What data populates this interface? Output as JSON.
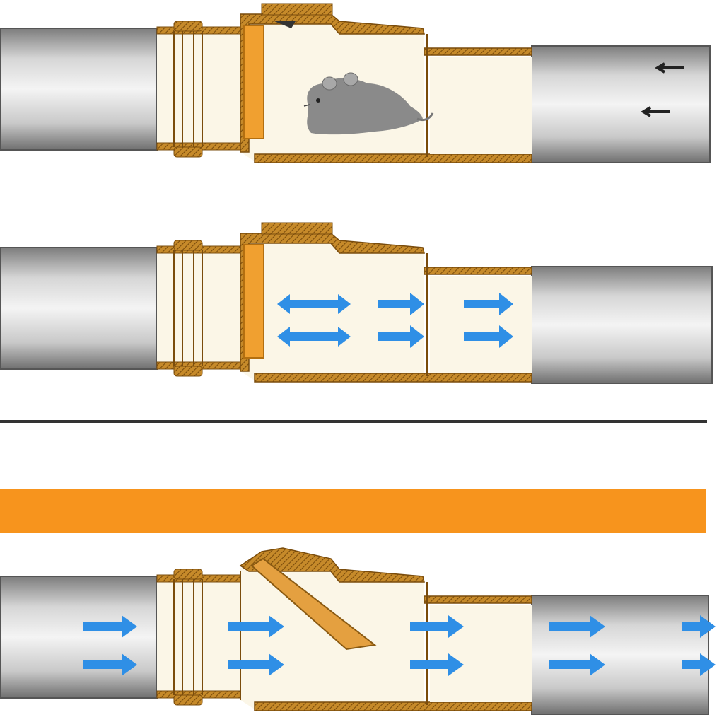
{
  "diagram": {
    "colors": {
      "pipe_light": "#e9e9e9",
      "pipe_dark": "#8e8e8e",
      "pipe_outline": "#555555",
      "brass": "#c68a2a",
      "brass_dark": "#8a5a12",
      "fitting_fill": "#fbf6e7",
      "flap": "#f0a030",
      "flow_arrow": "#2f8fe6",
      "orange_bar": "#f7941d",
      "divider": "#333333",
      "mouse": "#8a8a8a"
    },
    "panels": [
      {
        "id": "blocked-rodent",
        "flap_state": "closed",
        "flow": "none",
        "occupant": "mouse"
      },
      {
        "id": "backflow-stopped",
        "flap_state": "closed",
        "flow": "reverse-blocked"
      },
      {
        "id": "normal-flow",
        "flap_state": "open",
        "flow": "forward"
      }
    ],
    "icons": [
      "mouse-icon",
      "double-arrow-icon",
      "right-arrow-icon"
    ]
  }
}
